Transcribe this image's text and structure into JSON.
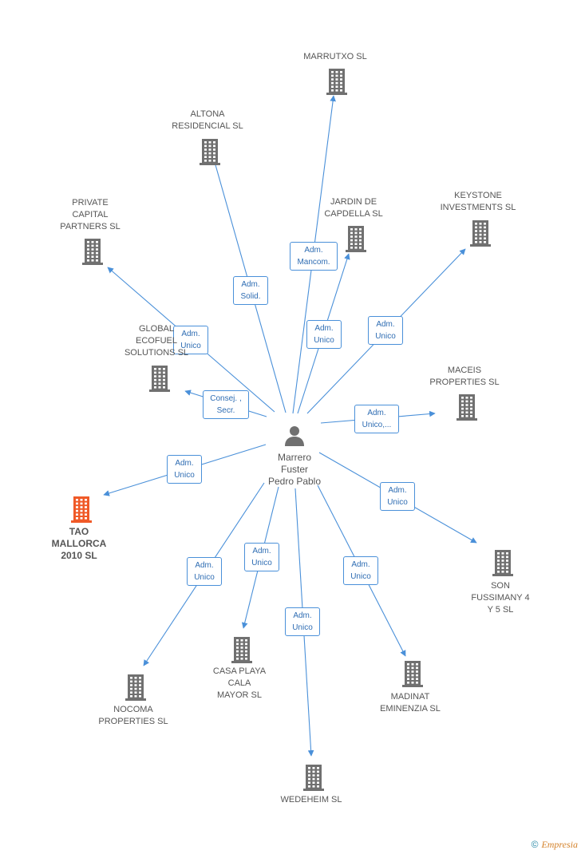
{
  "center": {
    "name": "Marrero\nFuster\nPedro Pablo"
  },
  "nodes": [
    {
      "id": "marrutxo",
      "name": "MARRUTXO SL",
      "highlight": false
    },
    {
      "id": "altona",
      "name": "ALTONA\nRESIDENCIAL SL",
      "highlight": false
    },
    {
      "id": "jardin",
      "name": "JARDIN DE\nCAPDELLA SL",
      "highlight": false
    },
    {
      "id": "keystone",
      "name": "KEYSTONE\nINVESTMENTS SL",
      "highlight": false
    },
    {
      "id": "private",
      "name": "PRIVATE\nCAPITAL\nPARTNERS SL",
      "highlight": false
    },
    {
      "id": "global",
      "name": "GLOBAL\nECOFUEL\nSOLUTIONS SL",
      "highlight": false
    },
    {
      "id": "maceis",
      "name": "MACEIS\nPROPERTIES  SL",
      "highlight": false
    },
    {
      "id": "tao",
      "name": "TAO\nMALLORCA\n2010 SL",
      "highlight": true
    },
    {
      "id": "son",
      "name": "SON\nFUSSIMANY 4\nY 5 SL",
      "highlight": false
    },
    {
      "id": "casa",
      "name": "CASA PLAYA\nCALA\nMAYOR  SL",
      "highlight": false
    },
    {
      "id": "madinat",
      "name": "MADINAT\nEMINENZIA SL",
      "highlight": false
    },
    {
      "id": "nocoma",
      "name": "NOCOMA\nPROPERTIES SL",
      "highlight": false
    },
    {
      "id": "wedeheim",
      "name": "WEDEHEIM SL",
      "highlight": false
    }
  ],
  "edges": [
    {
      "to": "marrutxo",
      "label": "Adm.\nMancom."
    },
    {
      "to": "altona",
      "label": "Adm.\nSolid."
    },
    {
      "to": "jardin",
      "label": "Adm.\nUnico"
    },
    {
      "to": "keystone",
      "label": "Adm.\nUnico"
    },
    {
      "to": "private",
      "label": "Adm.\nUnico"
    },
    {
      "to": "global",
      "label": "Consej. ,\nSecr."
    },
    {
      "to": "maceis",
      "label": "Adm.\nUnico,..."
    },
    {
      "to": "tao",
      "label": "Adm.\nUnico"
    },
    {
      "to": "son",
      "label": "Adm.\nUnico"
    },
    {
      "to": "casa",
      "label": "Adm.\nUnico"
    },
    {
      "to": "madinat",
      "label": "Adm.\nUnico"
    },
    {
      "to": "nocoma",
      "label": "Adm.\nUnico"
    },
    {
      "to": "wedeheim",
      "label": "Adm.\nUnico"
    }
  ],
  "colors": {
    "edge": "#4a90d9",
    "building": "#707070",
    "highlight": "#f05a28",
    "label": "#555555"
  },
  "footer": {
    "copyright": "©",
    "brand": "Empresia"
  }
}
